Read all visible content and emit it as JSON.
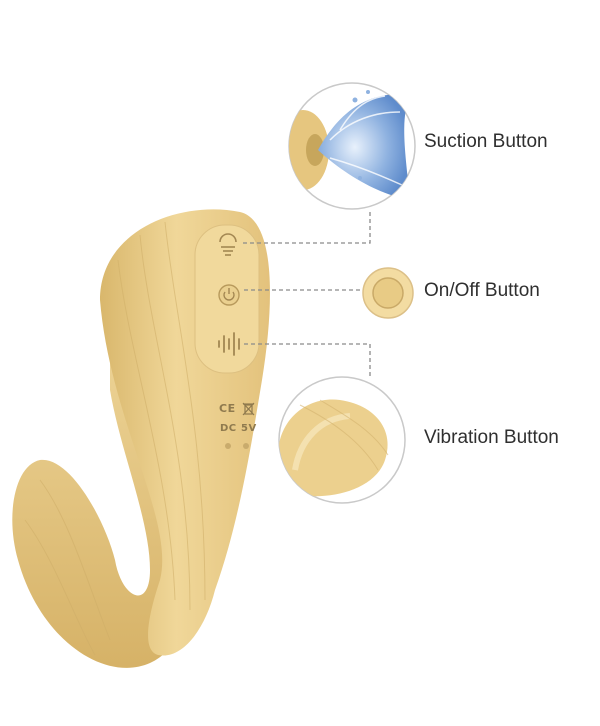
{
  "callouts": {
    "suction": "Suction Button",
    "onoff": "On/Off Button",
    "vibration": "Vibration Button"
  },
  "device_markings": {
    "ce": "CE",
    "dc": "DC",
    "voltage": "5V"
  },
  "colors": {
    "body": "#ecd08e",
    "body_shade": "#d9b76c",
    "body_highlight": "#f5e1ad",
    "panel": "#f1d99c",
    "leader_line": "#8a8a8a",
    "circle_border": "#c9c9c9",
    "water": "#8fb2e0"
  },
  "icons": [
    "suction-icon",
    "power-icon",
    "vibration-icon",
    "dustbin-icon"
  ]
}
